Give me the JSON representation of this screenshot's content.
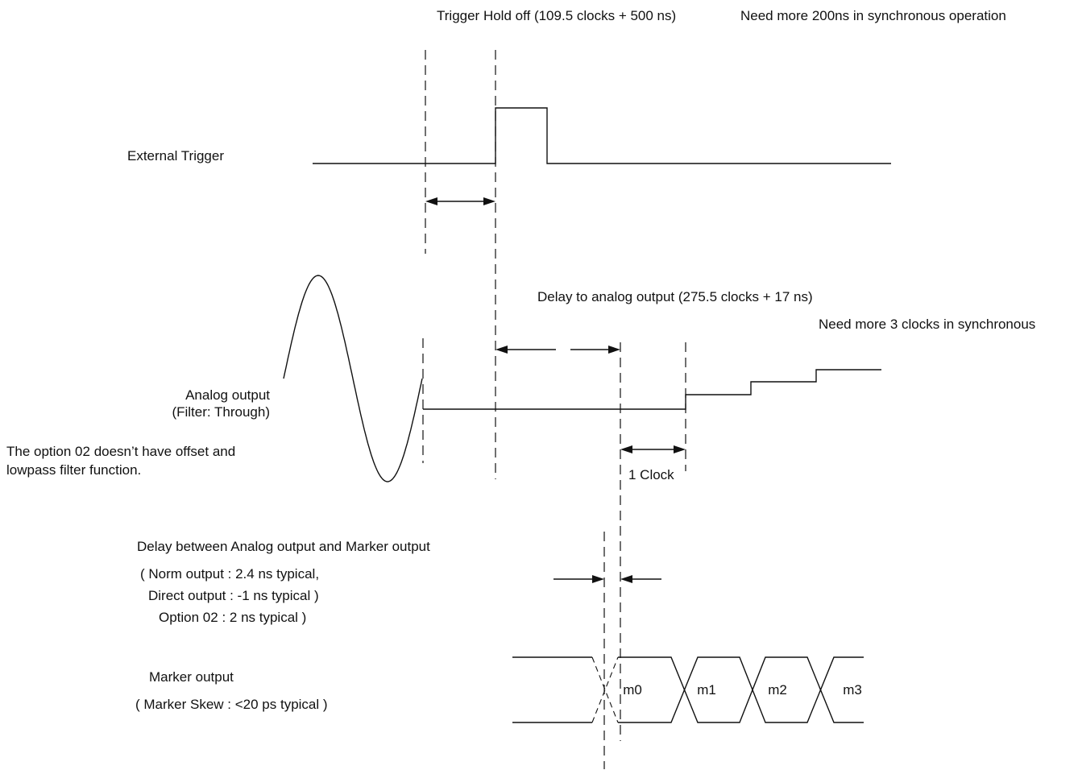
{
  "header": {
    "hold_off_label": "Trigger Hold off (109.5 clocks + 500 ns)",
    "sync_note": "Need more 200ns in synchronous operation"
  },
  "external_trigger": {
    "label": "External Trigger"
  },
  "analog": {
    "delay_label": "Delay to analog output (275.5 clocks + 17 ns)",
    "sync_note": "Need more 3 clocks in synchronous",
    "label_line1": "Analog output",
    "label_line2": "(Filter: Through)",
    "note_line1": "The option 02 doesn’t have offset and",
    "note_line2": "lowpass filter function.",
    "clock_label": "1 Clock"
  },
  "marker_delay": {
    "title": "Delay between Analog output and Marker output",
    "norm": "( Norm output : 2.4 ns typical,",
    "direct": "Direct output : -1 ns typical )",
    "option": "Option 02 : 2 ns typical )"
  },
  "marker_output": {
    "label": "Marker output",
    "skew": "( Marker Skew : <20 ps typical )",
    "symbols": [
      "m0",
      "m1",
      "m2",
      "m3"
    ]
  },
  "colors": {
    "ink": "#111111",
    "background": "#ffffff"
  }
}
